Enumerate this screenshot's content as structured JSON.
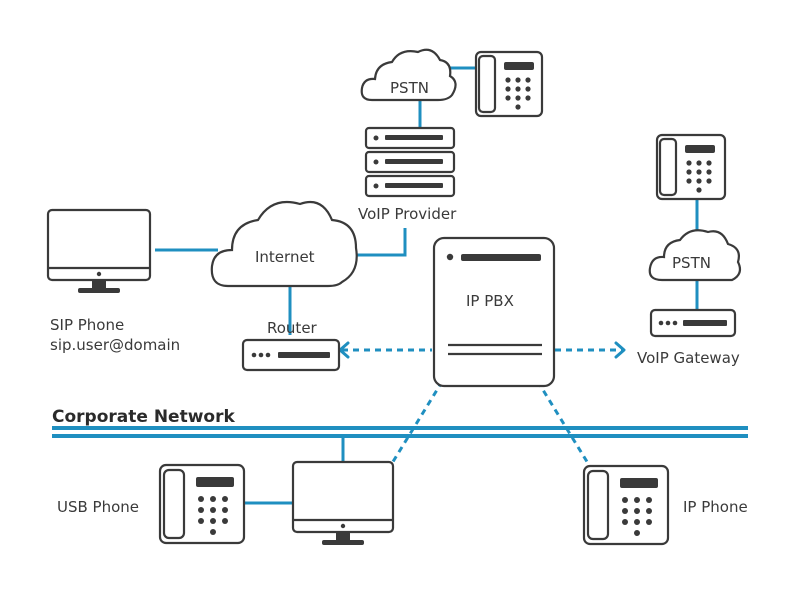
{
  "labels": {
    "pstn_top": "PSTN",
    "voip_provider": "VoIP Provider",
    "internet": "Internet",
    "sip_phone": "SIP Phone",
    "sip_address": "sip.user@domain",
    "router": "Router",
    "ip_pbx": "IP PBX",
    "pstn_right": "PSTN",
    "voip_gateway": "VoIP Gateway",
    "corporate_network": "Corporate Network",
    "usb_phone": "USB Phone",
    "ip_phone": "IP Phone"
  },
  "colors": {
    "link": "#1f8fc0",
    "device_outline": "#3a3a3a"
  }
}
